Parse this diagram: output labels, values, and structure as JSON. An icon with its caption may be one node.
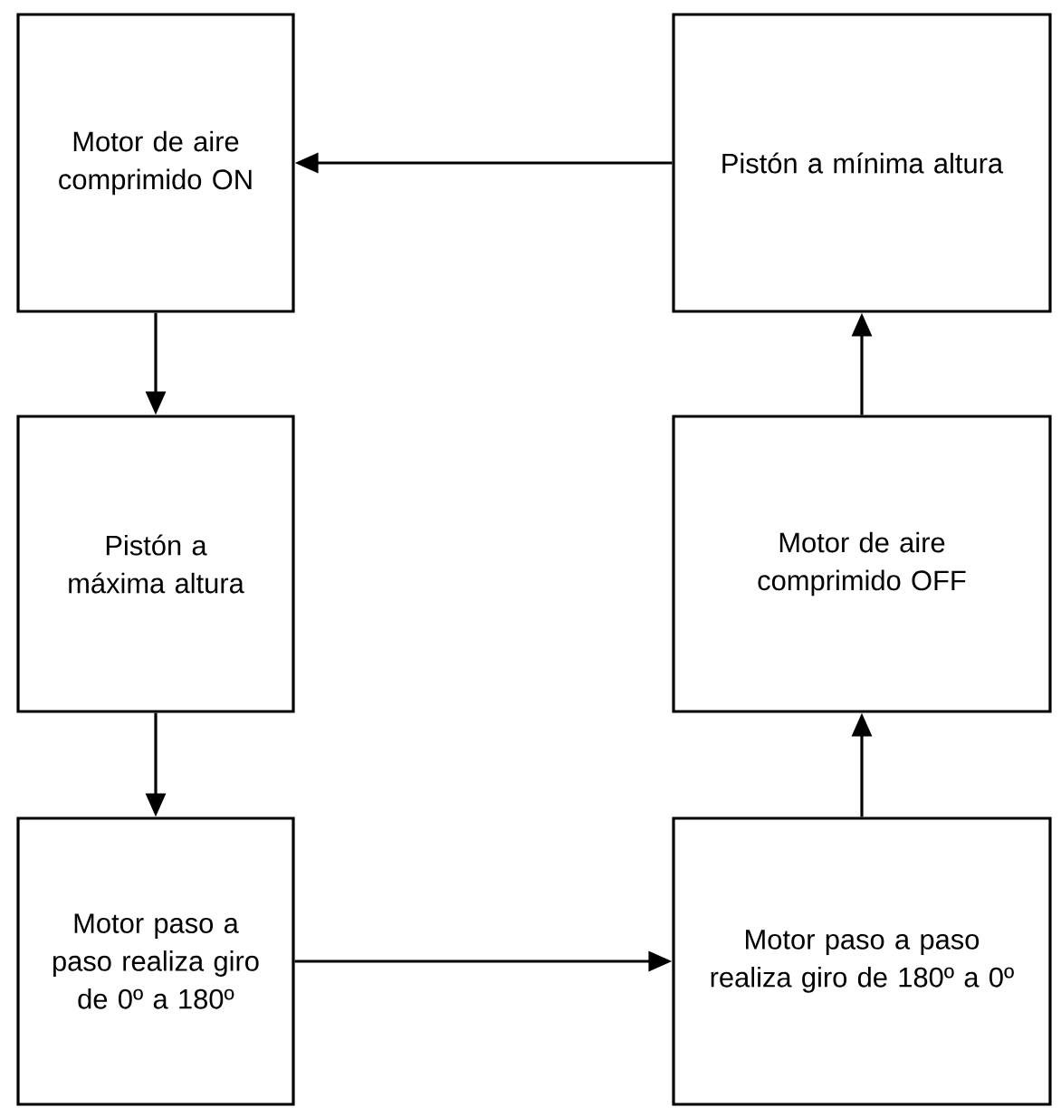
{
  "diagram": {
    "nodes": [
      {
        "text": [
          "Motor de aire comprimido ON"
        ]
      },
      {
        "text": [
          "Pistón a mínima altura"
        ]
      },
      {
        "text": [
          "Pistón a máxima altura"
        ]
      },
      {
        "text": [
          "Motor de aire comprimido OFF"
        ]
      },
      {
        "text": [
          "Motor paso a paso realiza giro de 0º a 180º"
        ]
      },
      {
        "text": [
          "Motor paso a paso realiza giro de 180º a 0º"
        ]
      }
    ],
    "edges": [
      {
        "from": 0,
        "to": 2,
        "arrow": "to"
      },
      {
        "from": 2,
        "to": 4,
        "arrow": "to"
      },
      {
        "from": 4,
        "to": 5,
        "arrow": "to"
      },
      {
        "from": 5,
        "to": 3,
        "arrow": "to"
      },
      {
        "from": 3,
        "to": 1,
        "arrow": "to"
      },
      {
        "from": 1,
        "to": 0,
        "arrow": "to"
      }
    ]
  }
}
